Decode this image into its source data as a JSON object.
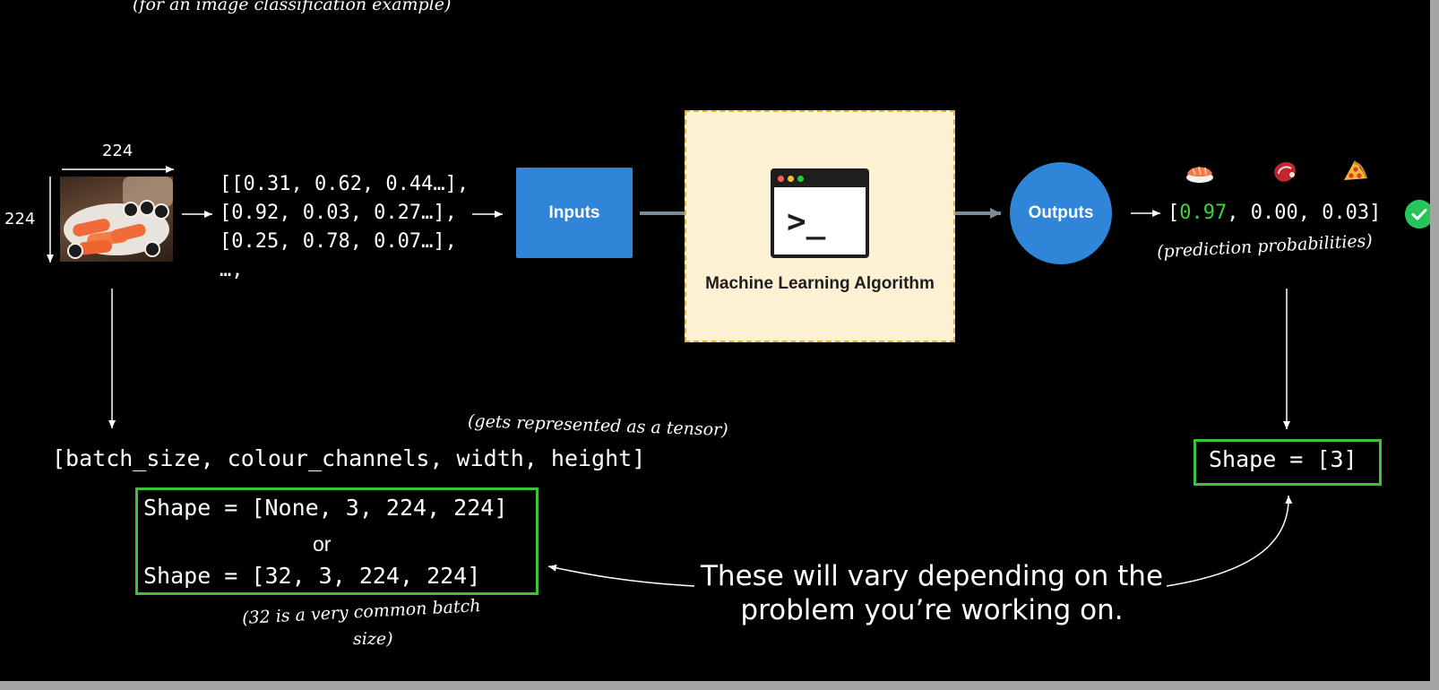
{
  "caption_top": "(for an image classification example)",
  "image": {
    "width_label": "224",
    "height_label": "224"
  },
  "tensor_preview": {
    "row1": "[[0.31, 0.62, 0.44…],",
    "row2": "[0.92, 0.03, 0.27…],",
    "row3": "[0.25, 0.78, 0.07…],",
    "row4": "…,"
  },
  "inputs_label": "Inputs",
  "algorithm_label": "Machine Learning Algorithm",
  "outputs_label": "Outputs",
  "prediction": {
    "open": "[",
    "p1": "0.97",
    "rest": ", 0.00, 0.03]",
    "caption": "(prediction probabilities)",
    "emoji_icons": [
      "sushi-icon",
      "steak-icon",
      "pizza-icon"
    ]
  },
  "tensor_note": "(gets represented as a tensor)",
  "shape_format": "[batch_size, colour_channels, width, height]",
  "input_shapes": {
    "shape1": "Shape = [None, 3, 224, 224]",
    "or": "or",
    "shape2": "Shape = [32, 3, 224, 224]"
  },
  "batch_note_line1": "(32 is a very common batch",
  "batch_note_line2": "size)",
  "output_shape": "Shape = [3]",
  "vary_note": "These will vary depending on the problem you’re working on.",
  "colors": {
    "box_blue": "#2f86d8",
    "algo_bg": "#fdf1d4",
    "algo_border": "#e3b43a",
    "shape_border": "#39c43c",
    "highlight_green": "#3ad43a",
    "check_green": "#27c45c"
  }
}
